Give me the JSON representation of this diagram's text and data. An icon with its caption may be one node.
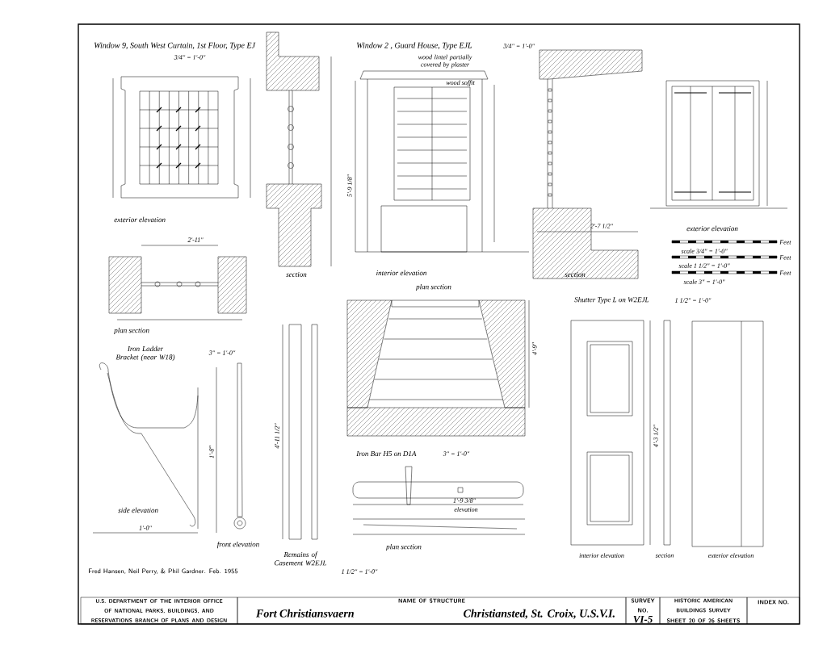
{
  "diagram": {
    "nodes": [
      {
        "text": [
          "U.S. DEPARTMENT OF THE INTERIOR OFFICE OF NATIONAL PARKS, BUILDINGS, AND RESERVATIONS BRANCH OF PLANS AND DESIGN"
        ]
      },
      {
        "text": [
          "NAME OF STRUCTURE",
          "Fort Christiansvaern",
          "Christiansted, St. Croix, U.S.V.I."
        ]
      },
      {
        "text": [
          "SURVEY NO.",
          "VI-5"
        ]
      },
      {
        "text": [
          "HISTORIC AMERICAN BUILDINGS SURVEY",
          "SHEET 20 OF 26 SHEETS"
        ]
      },
      {
        "text": [
          "INDEX NO."
        ]
      }
    ],
    "labels": [
      "Window 9, South West Curtain, 1st Floor, Type EJ",
      "3/4\" = 1'-0\"",
      "exterior elevation",
      "2'-11\"",
      "plan section",
      "section",
      "Window 2 , Guard House, Type EJL",
      "3/4\" = 1'-0\"",
      "wood lintel partially covered by plaster",
      "wood soffit",
      "5'-9 1/8\"",
      "interior elevation",
      "plan section",
      "2'-7 1/2\"",
      "section",
      "exterior elevation",
      "Feet",
      "scale 3/4\" = 1'-0\"",
      "Feet",
      "scale 1 1/2\" = 1'-0\"",
      "Feet",
      "scale 3\" = 1'-0\"",
      "Iron Ladder Bracket (near W18)",
      "3\" = 1'-0\"",
      "4'-9\"",
      "1'-8\"",
      "side elevation",
      "1'-0\"",
      "front elevation",
      "4'-11 1/2\"",
      "Remains of Casement W2EJL",
      "1 1/2\" = 1'-0\"",
      "Iron Bar H5 on D1A",
      "3\" = 1'-0\"",
      "1'-9 3/8\"",
      "elevation",
      "plan section",
      "Shutter Type L on W2EJL",
      "1 1/2\" = 1'-0\"",
      "4'-3 1/2\"",
      "interior elevation",
      "section",
      "exterior elevation",
      "Fred Hansen, Neil Perry, & Phil Gardner. Feb. 1955"
    ]
  }
}
